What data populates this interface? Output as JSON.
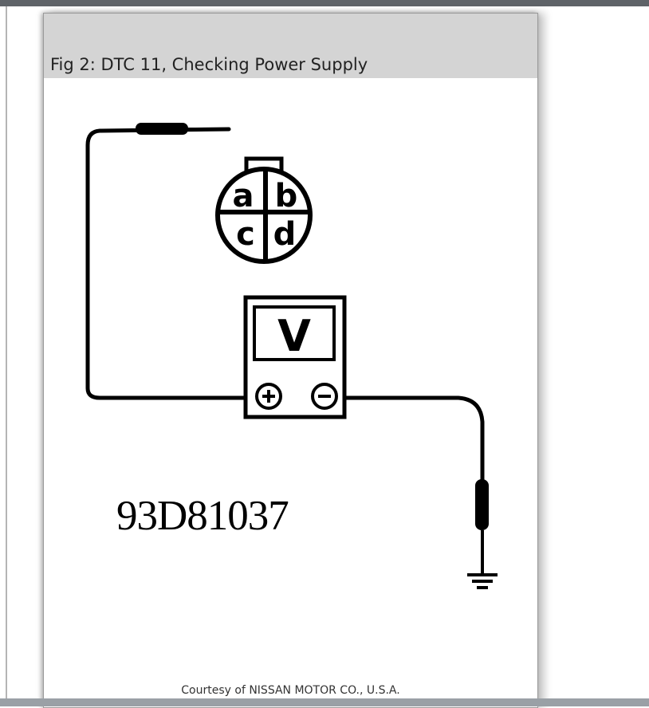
{
  "figure": {
    "title": "Fig 2: DTC 11, Checking Power Supply",
    "code": "93D81037",
    "courtesy": "Courtesy of NISSAN MOTOR CO., U.S.A."
  },
  "connector": {
    "terminals": [
      "a",
      "b",
      "c",
      "d"
    ]
  },
  "voltmeter": {
    "display": "V",
    "positive_symbol": "+",
    "negative_symbol": "−"
  },
  "colors": {
    "header_bg": "#d4d4d4",
    "ink": "#000000"
  },
  "icons": [
    "ground-icon",
    "probe-icon"
  ]
}
